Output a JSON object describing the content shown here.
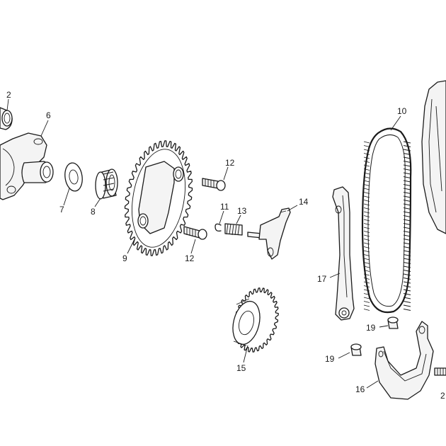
{
  "callouts": {
    "c2a": "2",
    "c6": "6",
    "c7": "7",
    "c8": "8",
    "c9": "9",
    "c12a": "12",
    "c11": "11",
    "c13": "13",
    "c14": "14",
    "c12b": "12",
    "c10": "10",
    "c17": "17",
    "c15": "15",
    "c19a": "19",
    "c19b": "19",
    "c16": "16",
    "c2b": "2"
  }
}
